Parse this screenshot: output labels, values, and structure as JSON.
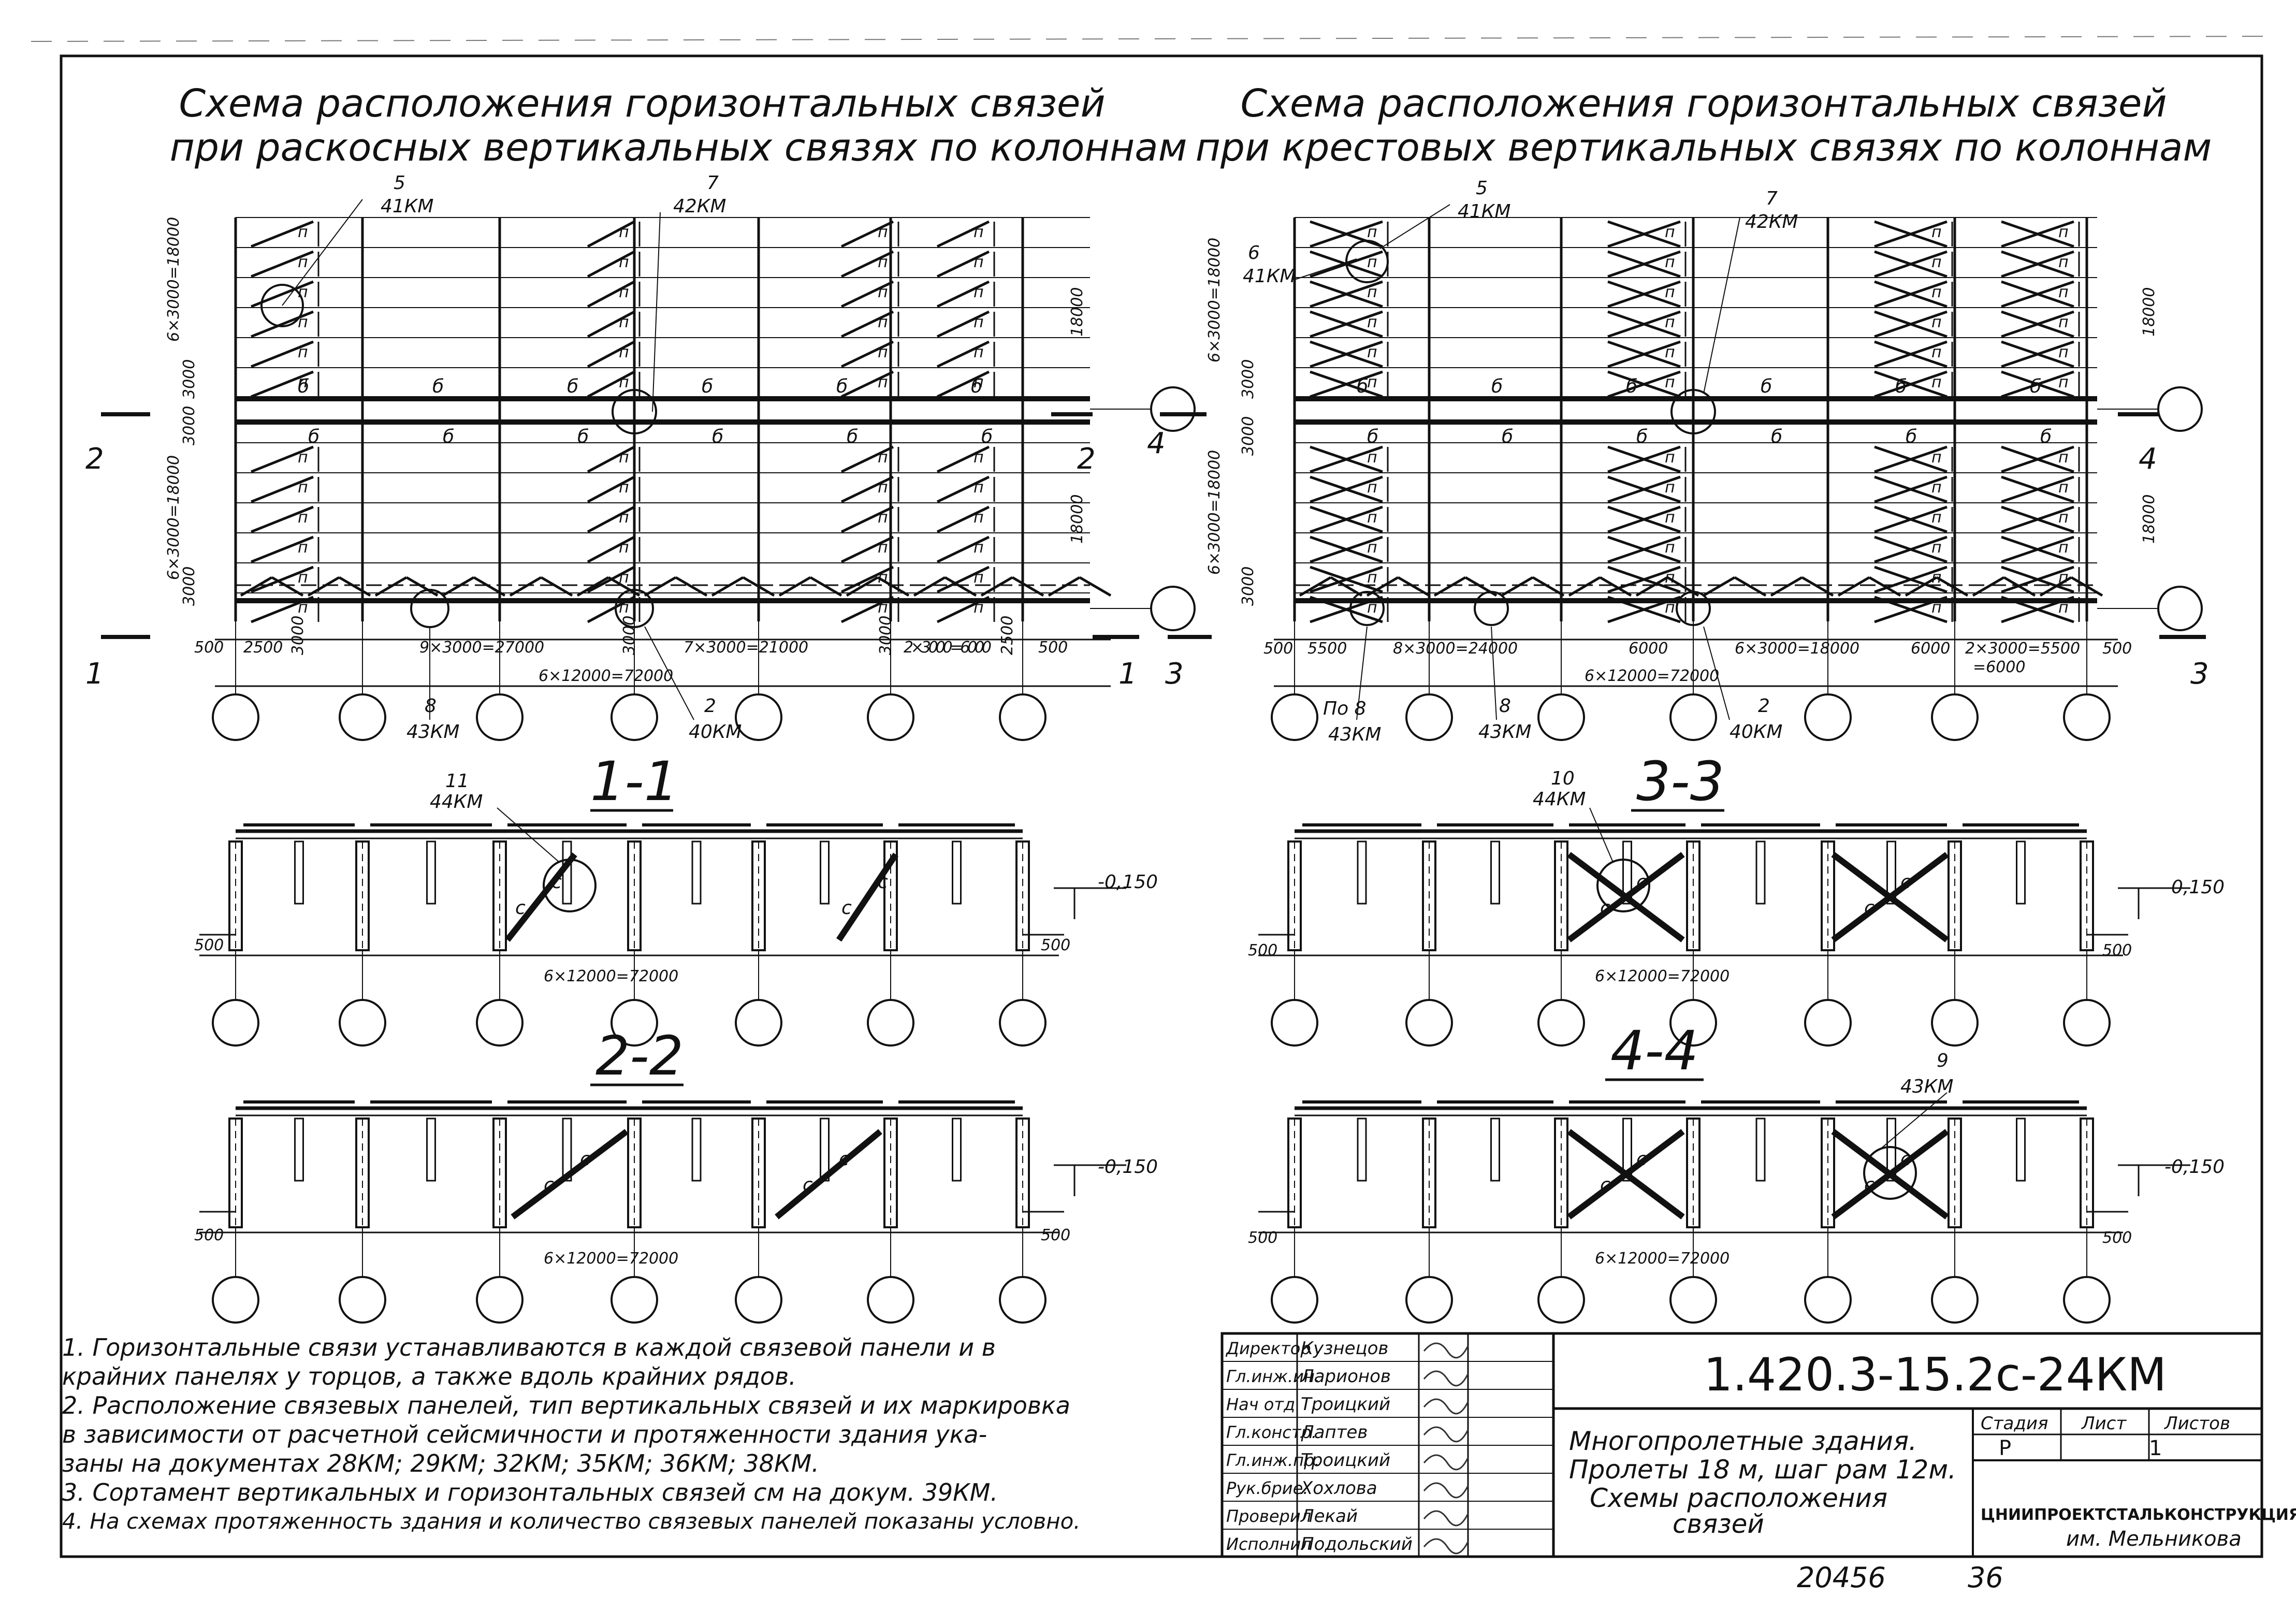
{
  "titles": {
    "left_line1": "Схема расположения горизонтальных связей",
    "left_line2": "при раскосных вертикальных связях по колоннам",
    "right_line1": "Схема расположения горизонтальных связей",
    "right_line2": "при крестовых вертикальных связях по колоннам"
  },
  "plan_left": {
    "callout_5": "5",
    "callout_5_doc": "41КМ",
    "callout_7": "7",
    "callout_7_doc": "42КМ",
    "callout_8": "8",
    "callout_8_doc": "43КМ",
    "callout_2": "2",
    "callout_2_doc": "40КМ",
    "dim_top_vert": "6×3000=18000",
    "dim_bot_vert": "6×3000=18000",
    "dim_right_top": "18000",
    "dim_right_bot": "18000",
    "dim_3000": "3000",
    "dim_row": [
      "500",
      "2500",
      "3000",
      "9×3000=27000",
      "3000",
      "7×3000=21000",
      "3000",
      "2×3000=6000",
      "2500",
      "500"
    ],
    "dim_total": "6×12000=72000",
    "brace_b": "б",
    "brace_p": "п",
    "cut_2": "2",
    "cut_1": "1"
  },
  "plan_right": {
    "callout_5": "5",
    "callout_5_doc": "41КМ",
    "callout_6": "6",
    "callout_6_doc": "41КМ",
    "callout_7": "7",
    "callout_7_doc": "42КМ",
    "callout_8": "8",
    "callout_8_doc": "43КМ",
    "callout_po8": "По 8",
    "callout_po8_doc": "43КМ",
    "callout_2": "2",
    "callout_2_doc": "40КМ",
    "dim_top_vert": "6×3000=18000",
    "dim_bot_vert": "6×3000=18000",
    "dim_right_top": "18000",
    "dim_right_bot": "18000",
    "dim_3000": "3000",
    "dim_row": [
      "500",
      "5500",
      "8×3000=24000",
      "6000",
      "6×3000=18000",
      "6000",
      "2×3000=5500",
      "500"
    ],
    "dim_sub": "=6000",
    "dim_total": "6×12000=72000",
    "cut_4": "4",
    "cut_3": "3"
  },
  "sections": {
    "s11": {
      "title": "1-1",
      "callout": "11",
      "callout_doc": "44КМ",
      "level": "-0,150",
      "dim_end": "500",
      "dim_total": "6×12000=72000",
      "brace": "с"
    },
    "s33": {
      "title": "3-3",
      "callout": "10",
      "callout_doc": "44КМ",
      "level": "-0,150",
      "dim_end": "500",
      "dim_total": "6×12000=72000",
      "brace": "с"
    },
    "s22": {
      "title": "2-2",
      "level": "-0,150",
      "dim_end": "500",
      "dim_total": "6×12000=72000",
      "brace": "с"
    },
    "s44": {
      "title": "4-4",
      "callout": "9",
      "callout_doc": "43КМ",
      "level": "-0,150",
      "dim_end": "500",
      "dim_total": "6×12000=72000",
      "brace": "с"
    }
  },
  "notes": [
    "1. Горизонтальные связи устанавливаются в каждой связевой панели и в",
    "крайних панелях у торцов, а также вдоль крайних рядов.",
    "2. Расположение связевых панелей, тип вертикальных связей и их маркировка",
    "в зависимости от расчетной сейсмичности и протяженности здания ука-",
    "заны на документах 28КМ; 29КМ; 32КМ; 35КМ; 36КМ; 38КМ.",
    "3. Сортамент вертикальных и горизонтальных связей см на докум. 39КМ.",
    "4. На схемах протяженность здания и количество связевых панелей показаны условно."
  ],
  "title_block": {
    "doc_code": "1.420.3-15.2с-24КМ",
    "staff": [
      {
        "role": "Директор",
        "name": "Кузнецов"
      },
      {
        "role": "Гл.инж.ин.",
        "name": "Ларионов"
      },
      {
        "role": "Нач отд",
        "name": "Троицкий"
      },
      {
        "role": "Гл.констр.",
        "name": "Лаптев"
      },
      {
        "role": "Гл.инж.пр.",
        "name": "Троицкий"
      },
      {
        "role": "Рук.брие.",
        "name": "Хохлова"
      },
      {
        "role": "Проверил",
        "name": "Лекай"
      },
      {
        "role": "Исполнил",
        "name": "Подольский"
      }
    ],
    "description": [
      "Многопролетные здания.",
      "Пролеты 18 м, шаг рам 12м.",
      "Схемы расположения",
      "связей"
    ],
    "stage_label": "Стадия",
    "stage": "Р",
    "sheet_label": "Лист",
    "sheet": "1",
    "sheets_label": "Листов",
    "sheets": "",
    "org_line1": "ЦНИИПРОЕКТСТАЛЬКОНСТРУКЦИЯ",
    "org_line2": "им. Мельникова"
  },
  "footer": {
    "archive_no": "20456",
    "page_no": "36"
  }
}
